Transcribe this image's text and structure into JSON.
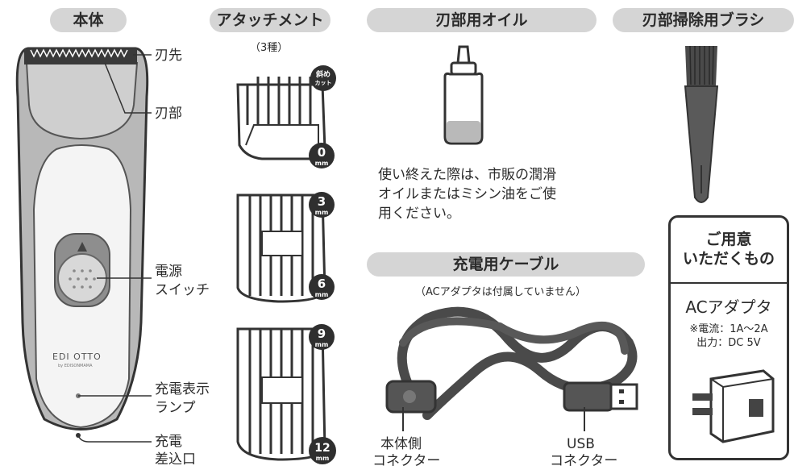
{
  "sections": {
    "body": "本体",
    "attachment": "アタッチメント",
    "attachment_note": "（3種）",
    "oil": "刃部用オイル",
    "brush": "刃部掃除用ブラシ",
    "cable": "充電用ケーブル",
    "cable_note": "（ACアダプタは付属していません）"
  },
  "body_labels": {
    "blade_tip": "刃先",
    "blade": "刃部",
    "power_switch_1": "電源",
    "power_switch_2": "スイッチ",
    "lamp_1": "充電表示",
    "lamp_2": "ランプ",
    "port_1": "充電",
    "port_2": "差込口",
    "brand": "EDI OTTO",
    "brand_sub": "by EDISONMAMA"
  },
  "attachments": {
    "diagonal_1": "斜め",
    "diagonal_2": "カット",
    "size_0": "0",
    "size_3": "3",
    "size_6": "6",
    "size_9": "9",
    "size_12": "12",
    "unit": "mm"
  },
  "oil_text": {
    "line1": "使い終えた際は、市販の潤滑",
    "line2": "オイルまたはミシン油をご使",
    "line3": "用ください。"
  },
  "cable_labels": {
    "body_side_1": "本体側",
    "body_side_2": "コネクター",
    "usb_1": "USB",
    "usb_2": "コネクター"
  },
  "prepare": {
    "head_1": "ご用意",
    "head_2": "いただくもの",
    "title": "ACアダプタ",
    "spec_1": "※電流：1A～2A",
    "spec_2": "出力：DC 5V"
  }
}
